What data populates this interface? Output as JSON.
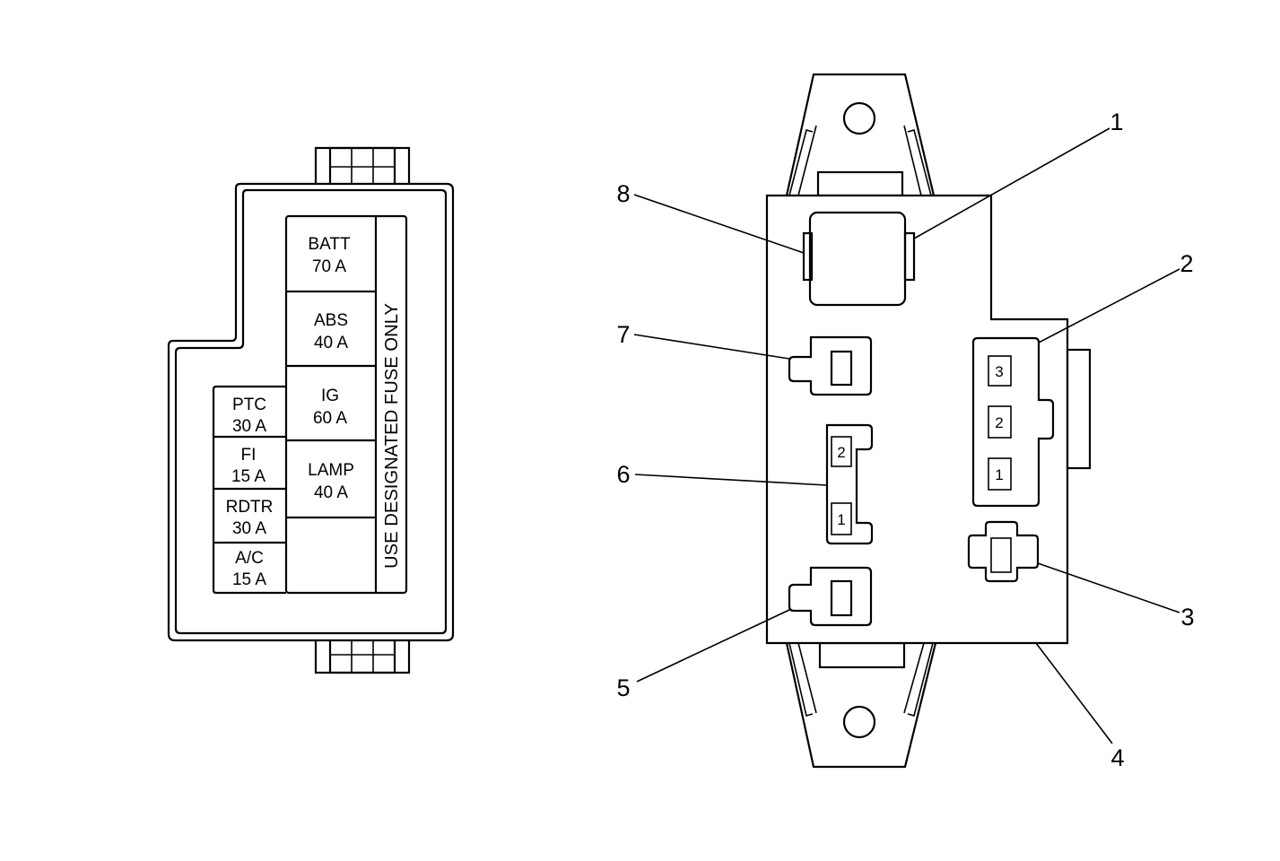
{
  "fuse_cover": {
    "fuses_right": [
      {
        "name": "BATT",
        "rating": "70 A"
      },
      {
        "name": "ABS",
        "rating": "40 A"
      },
      {
        "name": "IG",
        "rating": "60 A"
      },
      {
        "name": "LAMP",
        "rating": "40 A"
      }
    ],
    "fuses_left": [
      {
        "name": "PTC",
        "rating": "30 A"
      },
      {
        "name": "FI",
        "rating": "15 A"
      },
      {
        "name": "RDTR",
        "rating": "30 A"
      },
      {
        "name": "A/C",
        "rating": "15 A"
      }
    ],
    "warning": "USE DESIGNATED FUSE ONLY"
  },
  "fuse_block": {
    "callouts": [
      "1",
      "2",
      "3",
      "4",
      "5",
      "6",
      "7",
      "8"
    ],
    "connector_2_pins": [
      "3",
      "2",
      "1"
    ],
    "connector_6_pins": [
      "2",
      "1"
    ]
  }
}
